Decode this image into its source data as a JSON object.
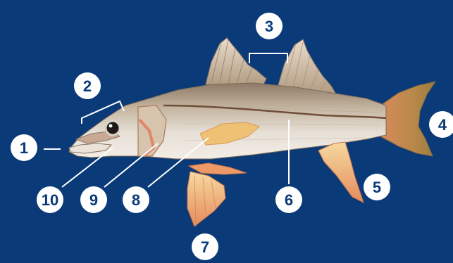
{
  "colors": {
    "background": "#0a3a78",
    "callout_fill": "#ffffff",
    "callout_text": "#0a3a78",
    "leader_line": "#ffffff",
    "body_upper": "#b8a893",
    "body_lower": "#ece6df",
    "lateral_line": "#6f4e38",
    "fin_yellow": "#f0c070",
    "fin_orange": "#e89060"
  },
  "callouts": [
    "1",
    "2",
    "3",
    "4",
    "5",
    "6",
    "7",
    "8",
    "9",
    "10"
  ]
}
